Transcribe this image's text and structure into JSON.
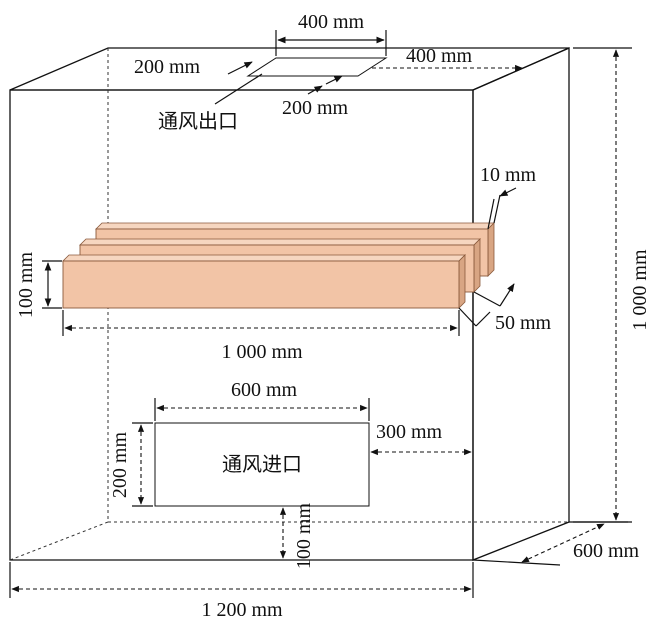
{
  "labels": {
    "outlet_length": "400 mm",
    "outlet_width_left": "200 mm",
    "outlet_width_right": "200 mm",
    "outlet_offset": "400 mm",
    "outlet_name": "通风出口",
    "plate_thickness": "10 mm",
    "plate_height": "100 mm",
    "plate_length": "1 000 mm",
    "plate_spacing": "50 mm",
    "inlet_width": "600 mm",
    "inlet_height": "200 mm",
    "inlet_offset_right": "300 mm",
    "inlet_offset_bottom": "100 mm",
    "inlet_name": "通风进口",
    "box_height": "1 000 mm",
    "box_depth": "600 mm",
    "box_width": "1 200 mm"
  },
  "colors": {
    "box_fill": "#d9d9d9",
    "box_top": "#e3e3e3",
    "plate_fill": "#f2c4a6",
    "plate_edge": "#8a5a3c",
    "opening": "#ffffff"
  }
}
